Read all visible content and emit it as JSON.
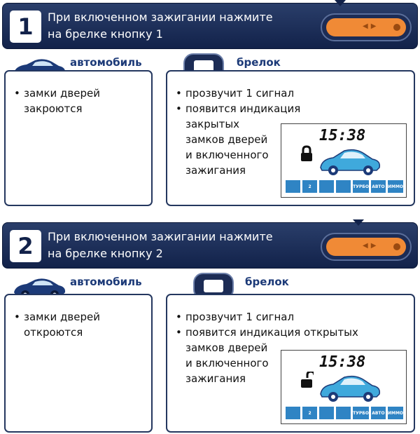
{
  "steps": [
    {
      "number": "1",
      "header_line1": "При включенном зажигании нажмите",
      "header_line2": "на брелке кнопку 1",
      "car_label": "автомобиль",
      "fob_label": "брелок",
      "car_point_line1": "замки дверей",
      "car_point_line2": "закроются",
      "fob_point1": "прозвучит 1 сигнал",
      "fob_point2_line1": "появится индикация",
      "fob_point2_line2": "закрытых",
      "fob_point2_line3": "замков дверей",
      "fob_point2_line4": "и включенного",
      "fob_point2_line5": "зажигания",
      "lcd_time": "15:38",
      "lcd_lock_state": "locked"
    },
    {
      "number": "2",
      "header_line1": "При включенном зажигании нажмите",
      "header_line2": "на брелке кнопку 2",
      "car_label": "автомобиль",
      "fob_label": "брелок",
      "car_point_line1": "замки дверей",
      "car_point_line2": "откроются",
      "fob_point1": "прозвучит 1 сигнал",
      "fob_point2_line1": "появится индикация открытых",
      "fob_point2_line2": "замков дверей",
      "fob_point2_line3": "и включенного",
      "fob_point2_line4": "зажигания",
      "lcd_time": "15:38",
      "lcd_lock_state": "unlocked"
    }
  ],
  "lcd_icon_labels": [
    "",
    "2",
    "",
    "",
    "ТУРБО",
    "АВТО",
    "ИММО"
  ],
  "colors": {
    "header": "#12224a",
    "accent_orange": "#f08a36",
    "label_blue": "#1c3a78",
    "lcd_icon_blue": "#2f84c4",
    "car_blue": "#3fa9dc"
  }
}
